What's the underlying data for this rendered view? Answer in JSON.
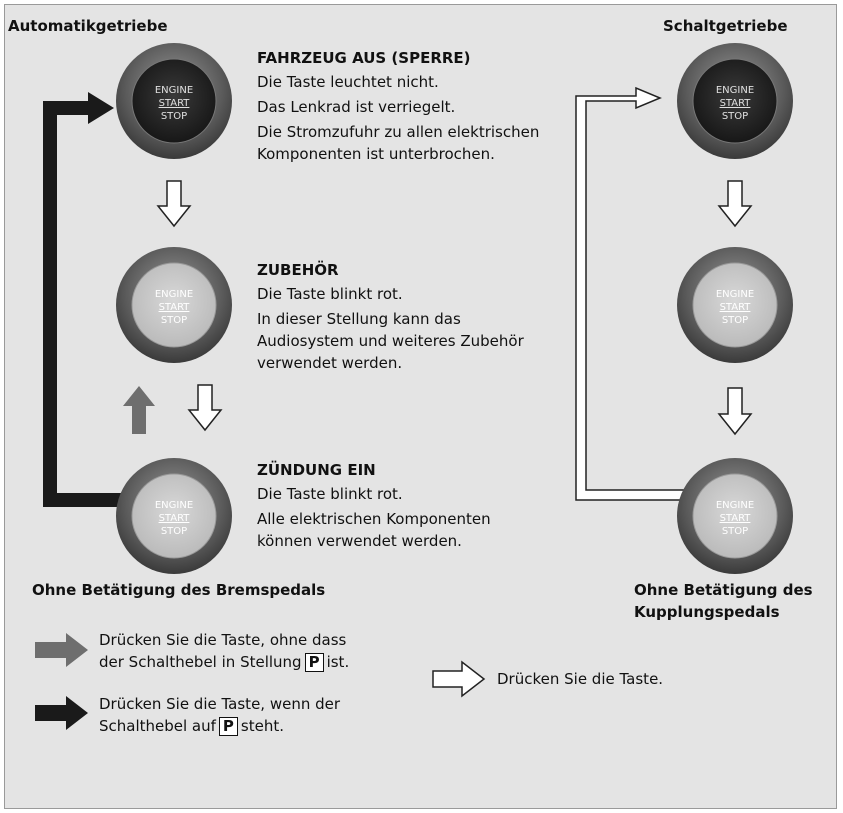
{
  "automatic": {
    "title": "Automatikgetriebe",
    "footer": "Ohne Betätigung des Bremspedals"
  },
  "manual": {
    "title": "Schaltgetriebe",
    "footer_line1": "Ohne Betätigung des",
    "footer_line2": "Kupplungspedals"
  },
  "button_text": {
    "line1": "ENGINE",
    "line2": "START",
    "line3": "STOP"
  },
  "states": [
    {
      "heading": "FAHRZEUG AUS (SPERRE)",
      "lines": [
        "Die Taste leuchtet nicht.",
        "Das Lenkrad ist verriegelt.",
        "Die Stromzufuhr zu allen elektrischen",
        "Komponenten ist unterbrochen."
      ]
    },
    {
      "heading": "ZUBEHÖR",
      "lines": [
        "Die Taste blinkt rot.",
        "In dieser Stellung kann das",
        "Audiosystem und weiteres Zubehör",
        "verwendet werden."
      ]
    },
    {
      "heading": "ZÜNDUNG EIN",
      "lines": [
        "Die Taste blinkt rot.",
        "Alle elektrischen Komponenten",
        "können verwendet werden."
      ]
    }
  ],
  "legend": {
    "gray_line1": "Drücken Sie die Taste, ohne dass",
    "gray_line2_pre": "der Schalthebel in Stellung",
    "gray_line2_post": "ist.",
    "black_line1": "Drücken Sie die Taste, wenn der",
    "black_line2_pre": "Schalthebel auf",
    "black_line2_post": "steht.",
    "park_symbol": "P",
    "white_text": "Drücken Sie die Taste."
  },
  "colors": {
    "panel_bg": "#e4e4e4",
    "black_arrow": "#1a1a1a",
    "gray_arrow": "#6e6e6e",
    "white_arrow": "#ffffff",
    "button_lit": "#1c1c1c",
    "button_flashing": "#c8c8c8"
  }
}
